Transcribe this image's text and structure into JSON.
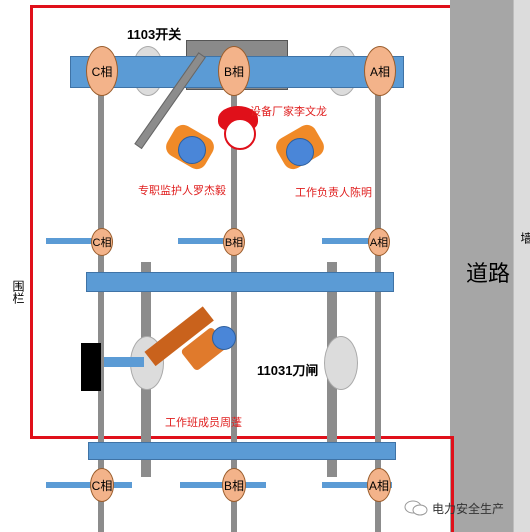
{
  "labels": {
    "switch_1103": "1103开关",
    "switch_11031": "11031刀闸",
    "road": "道路",
    "wall": "墙",
    "fence": "围栏",
    "mfr_person": "设备厂家李文龙",
    "supervisor": "专职监护人罗杰毅",
    "work_lead": "工作负责人陈明",
    "crew_member": "工作班成员周蓬"
  },
  "phases": {
    "c": "C相",
    "b": "B相",
    "a": "A相"
  },
  "watermark": {
    "text": "电力安全生产"
  },
  "colors": {
    "fence_red": "#e0101a",
    "busbar_blue": "#5b9bd5",
    "post_gray": "#8c8c8c",
    "phase_orange": "#f3b38a",
    "road_gray": "#a6a6a6"
  }
}
